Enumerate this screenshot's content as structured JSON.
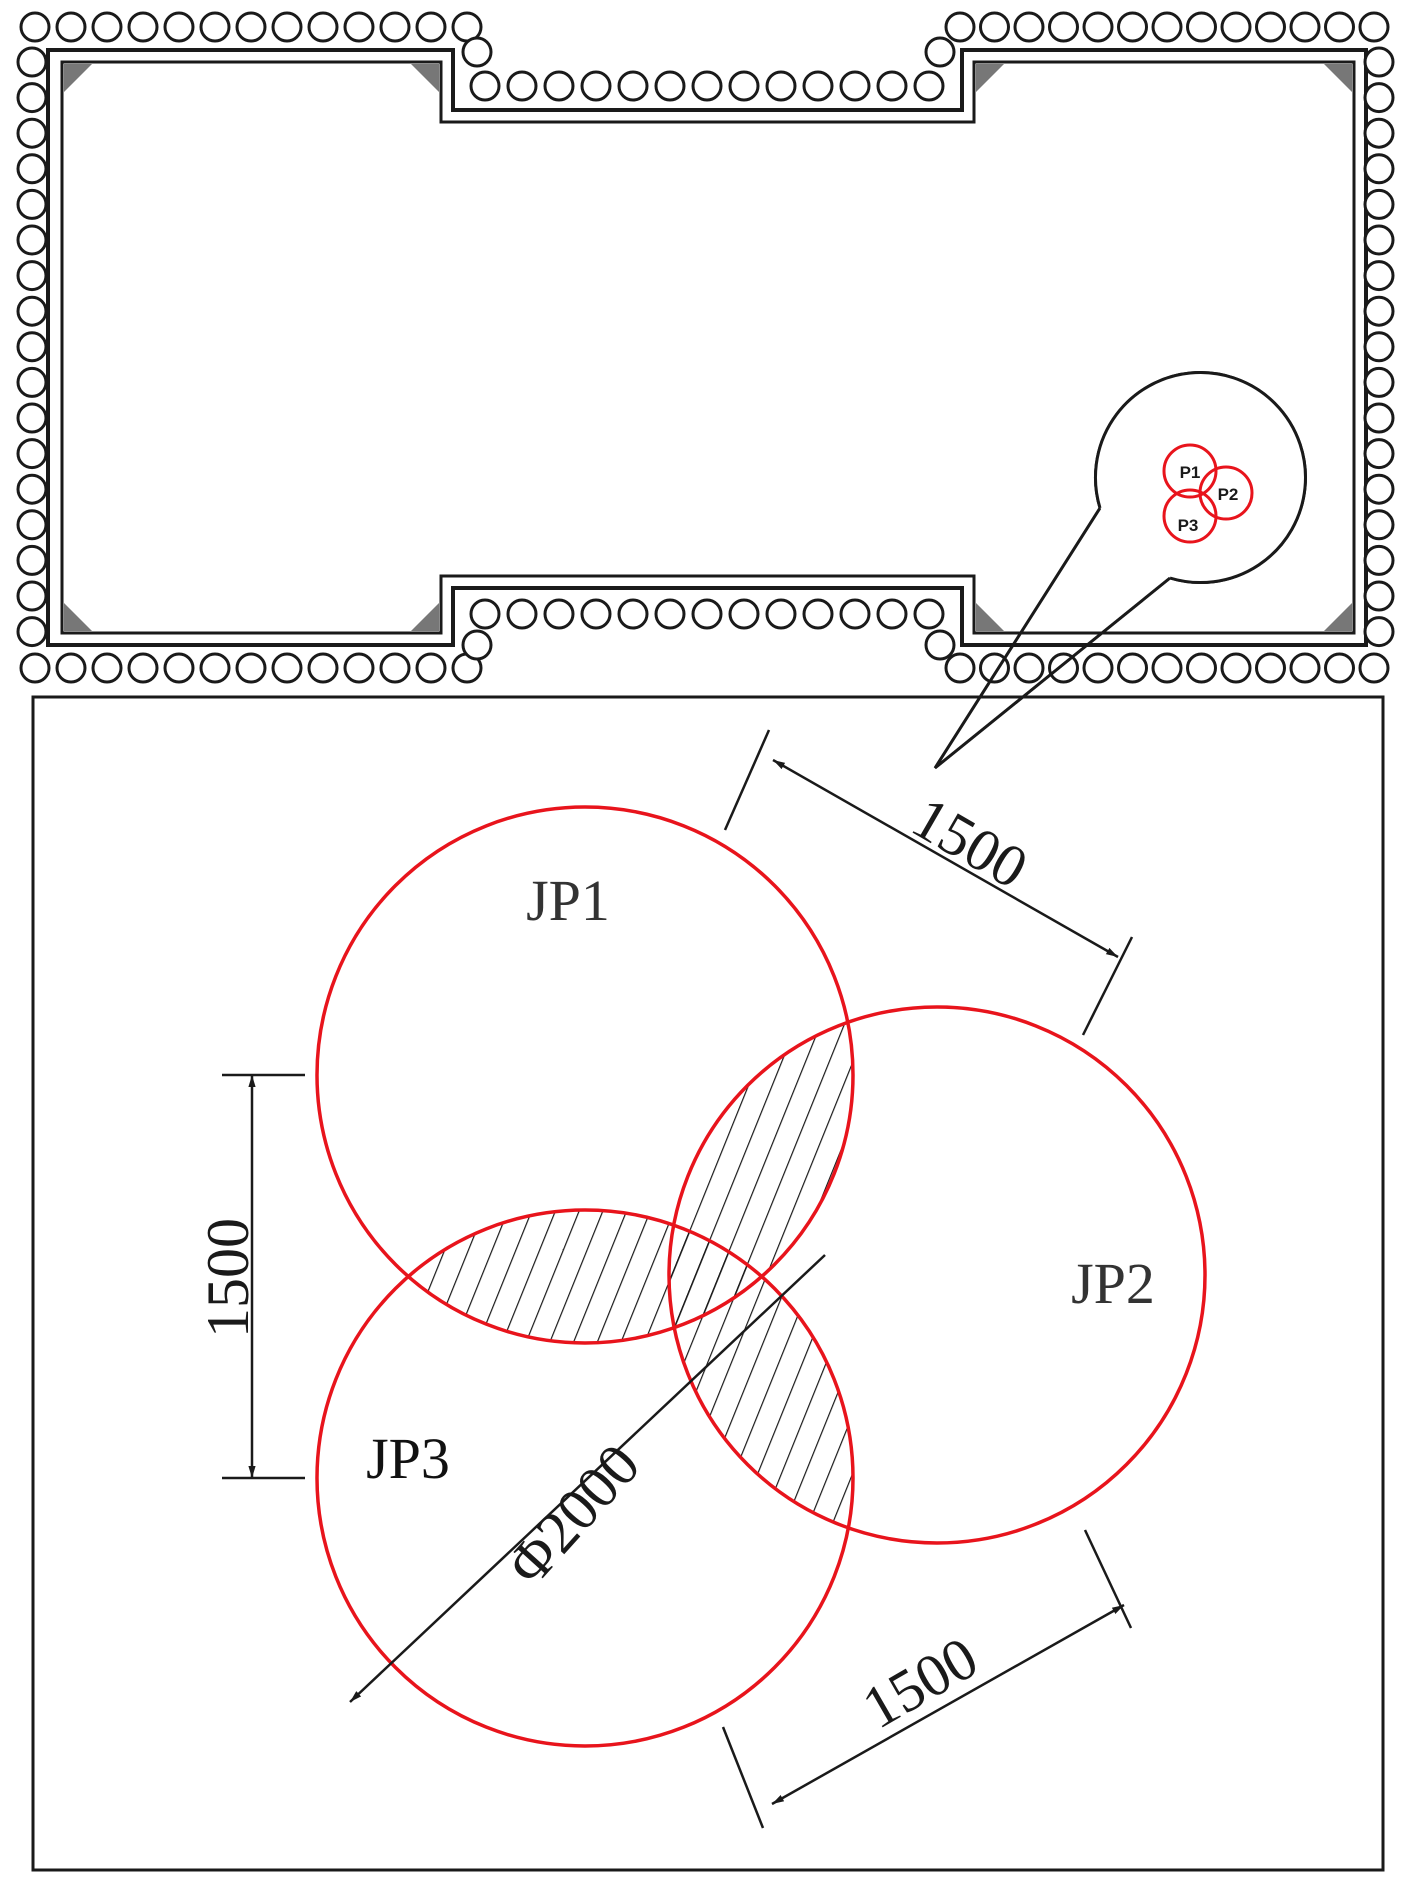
{
  "colors": {
    "line": "#1a1a1a",
    "pile": "#e8141c",
    "corner_fill": "#777777",
    "background": "#ffffff"
  },
  "plan": {
    "detail_labels": {
      "p1": "P1",
      "p2": "P2",
      "p3": "P3"
    }
  },
  "detail": {
    "pile_labels": {
      "jp1": "JP1",
      "jp2": "JP2",
      "jp3": "JP3"
    },
    "dimensions": {
      "top_right": "1500",
      "left": "1500",
      "bottom_right": "1500",
      "diameter": "Φ2000"
    }
  }
}
